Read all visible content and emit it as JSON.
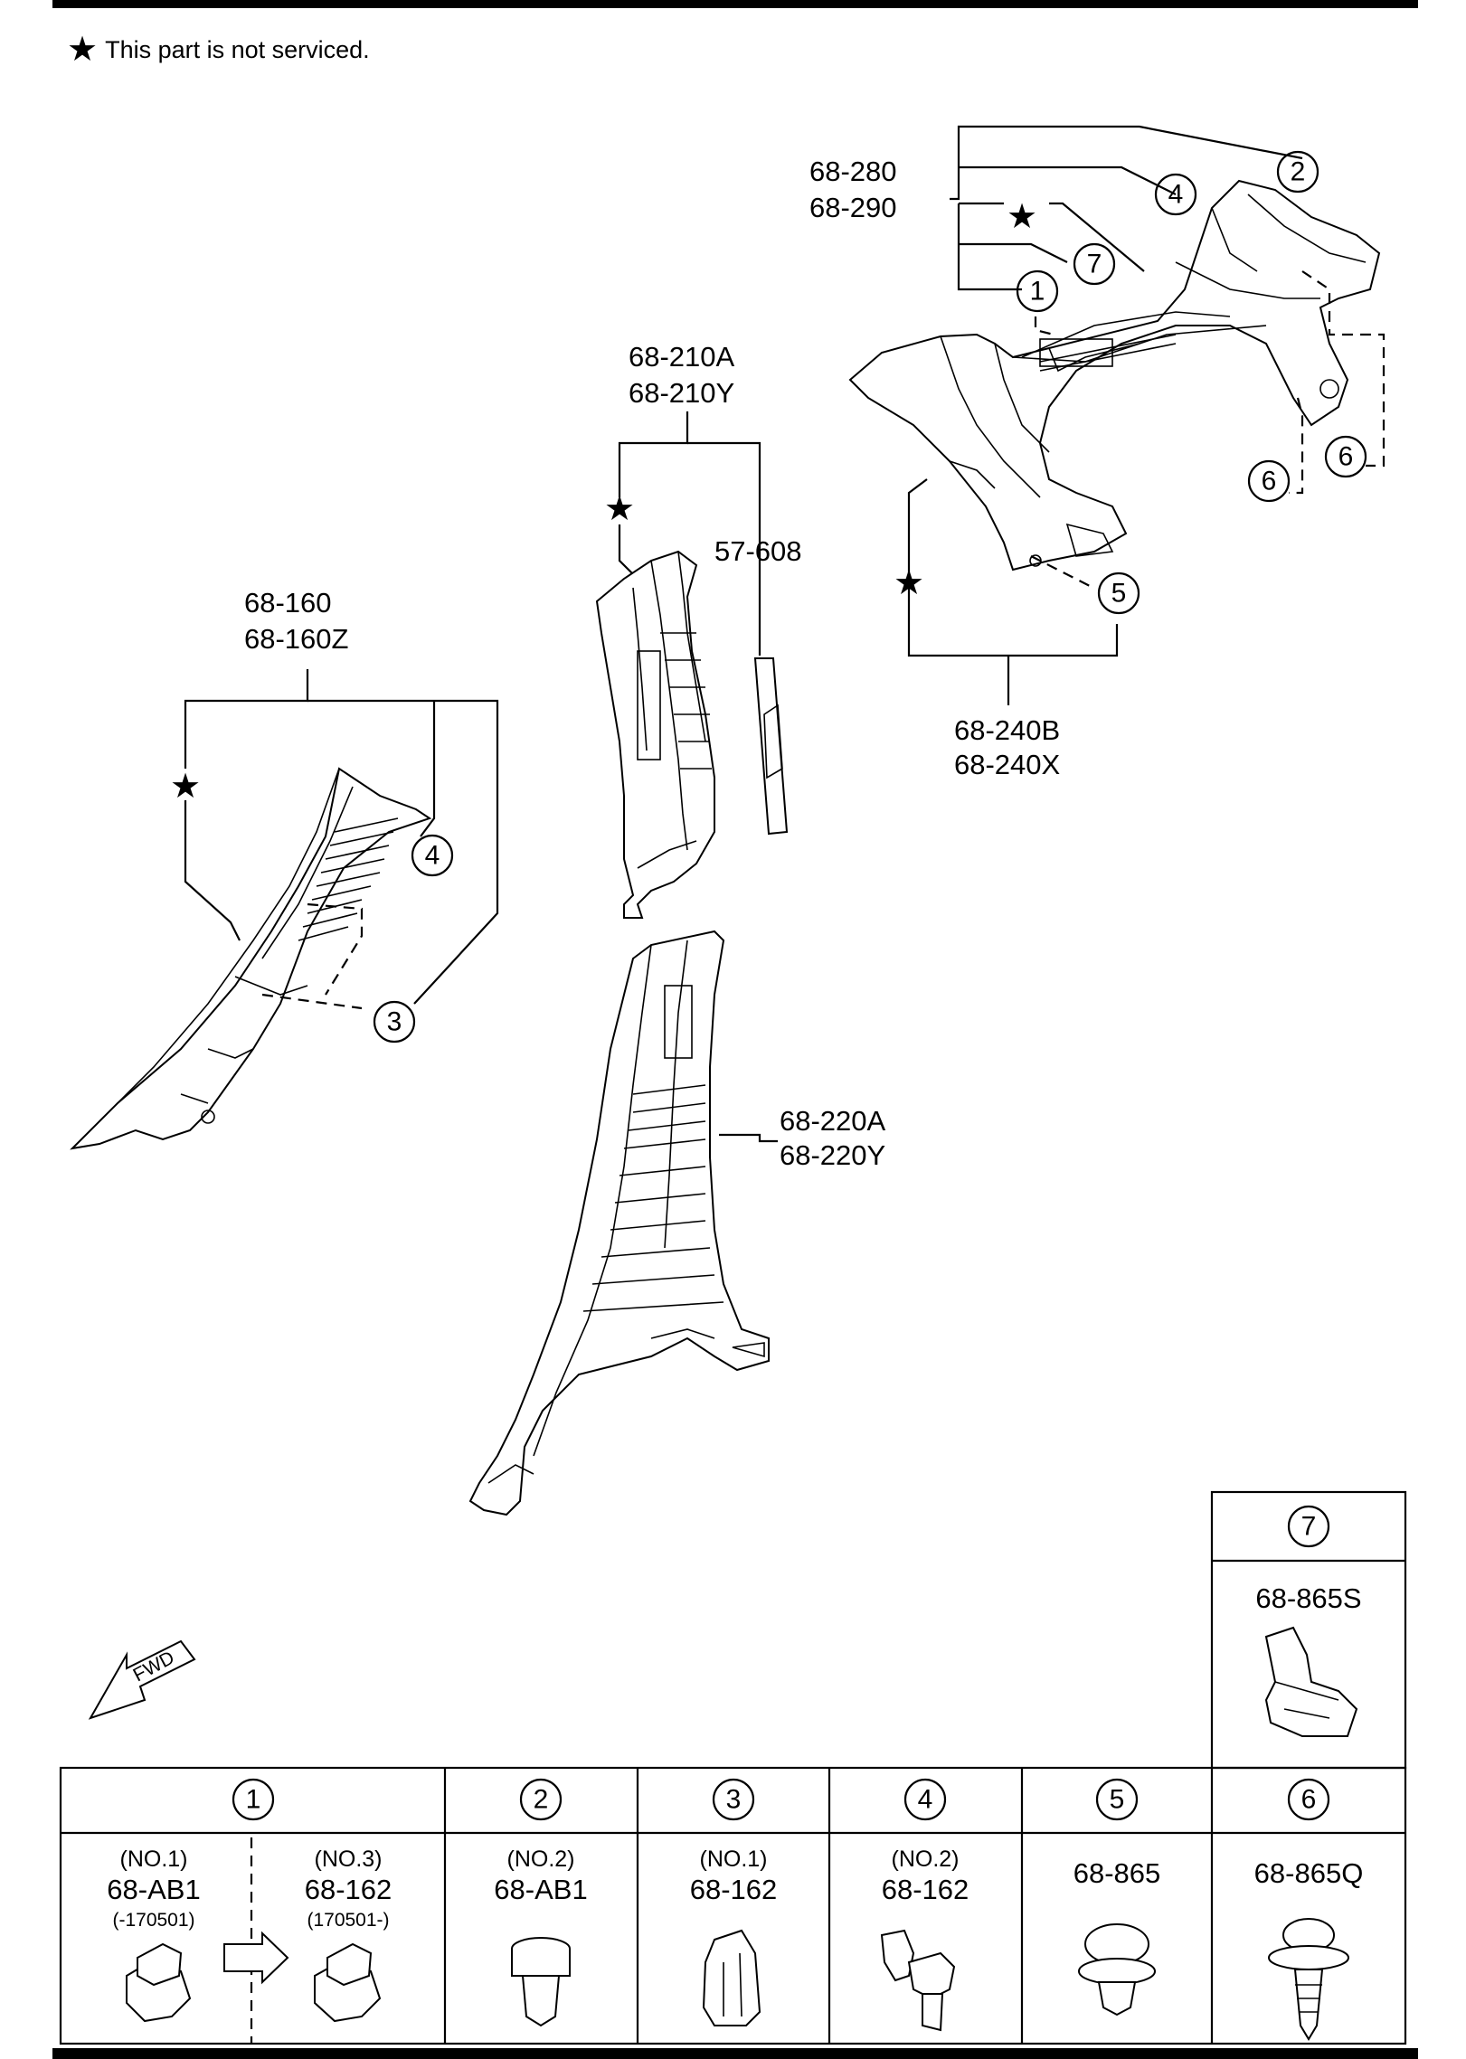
{
  "notice": {
    "star": "★",
    "text": "This part is not serviced."
  },
  "callouts": {
    "c1": "1",
    "c2": "2",
    "c3": "3",
    "c4": "4",
    "c5": "5",
    "c6": "6",
    "c7": "7",
    "star": "★"
  },
  "labels": {
    "p68_280": "68-280",
    "p68_290": "68-290",
    "p68_210A": "68-210A",
    "p68_210Y": "68-210Y",
    "p57_608": "57-608",
    "p68_160": "68-160",
    "p68_160Z": "68-160Z",
    "p68_240B": "68-240B",
    "p68_240X": "68-240X",
    "p68_220A": "68-220A",
    "p68_220Y": "68-220Y",
    "fwd": "FWD"
  },
  "box7": {
    "num": "7",
    "part": "68-865S"
  },
  "table": {
    "headers": [
      "1",
      "2",
      "3",
      "4",
      "5",
      "6"
    ],
    "cells": [
      {
        "no": "(NO.1)",
        "part": "68-AB1",
        "range": "(-170501)"
      },
      {
        "no": "(NO.3)",
        "part": "68-162",
        "range": "(170501-)"
      },
      {
        "no": "(NO.2)",
        "part": "68-AB1",
        "range": ""
      },
      {
        "no": "(NO.1)",
        "part": "68-162",
        "range": ""
      },
      {
        "no": "(NO.2)",
        "part": "68-162",
        "range": ""
      },
      {
        "no": "",
        "part": "68-865",
        "range": ""
      },
      {
        "no": "",
        "part": "68-865Q",
        "range": ""
      }
    ]
  }
}
